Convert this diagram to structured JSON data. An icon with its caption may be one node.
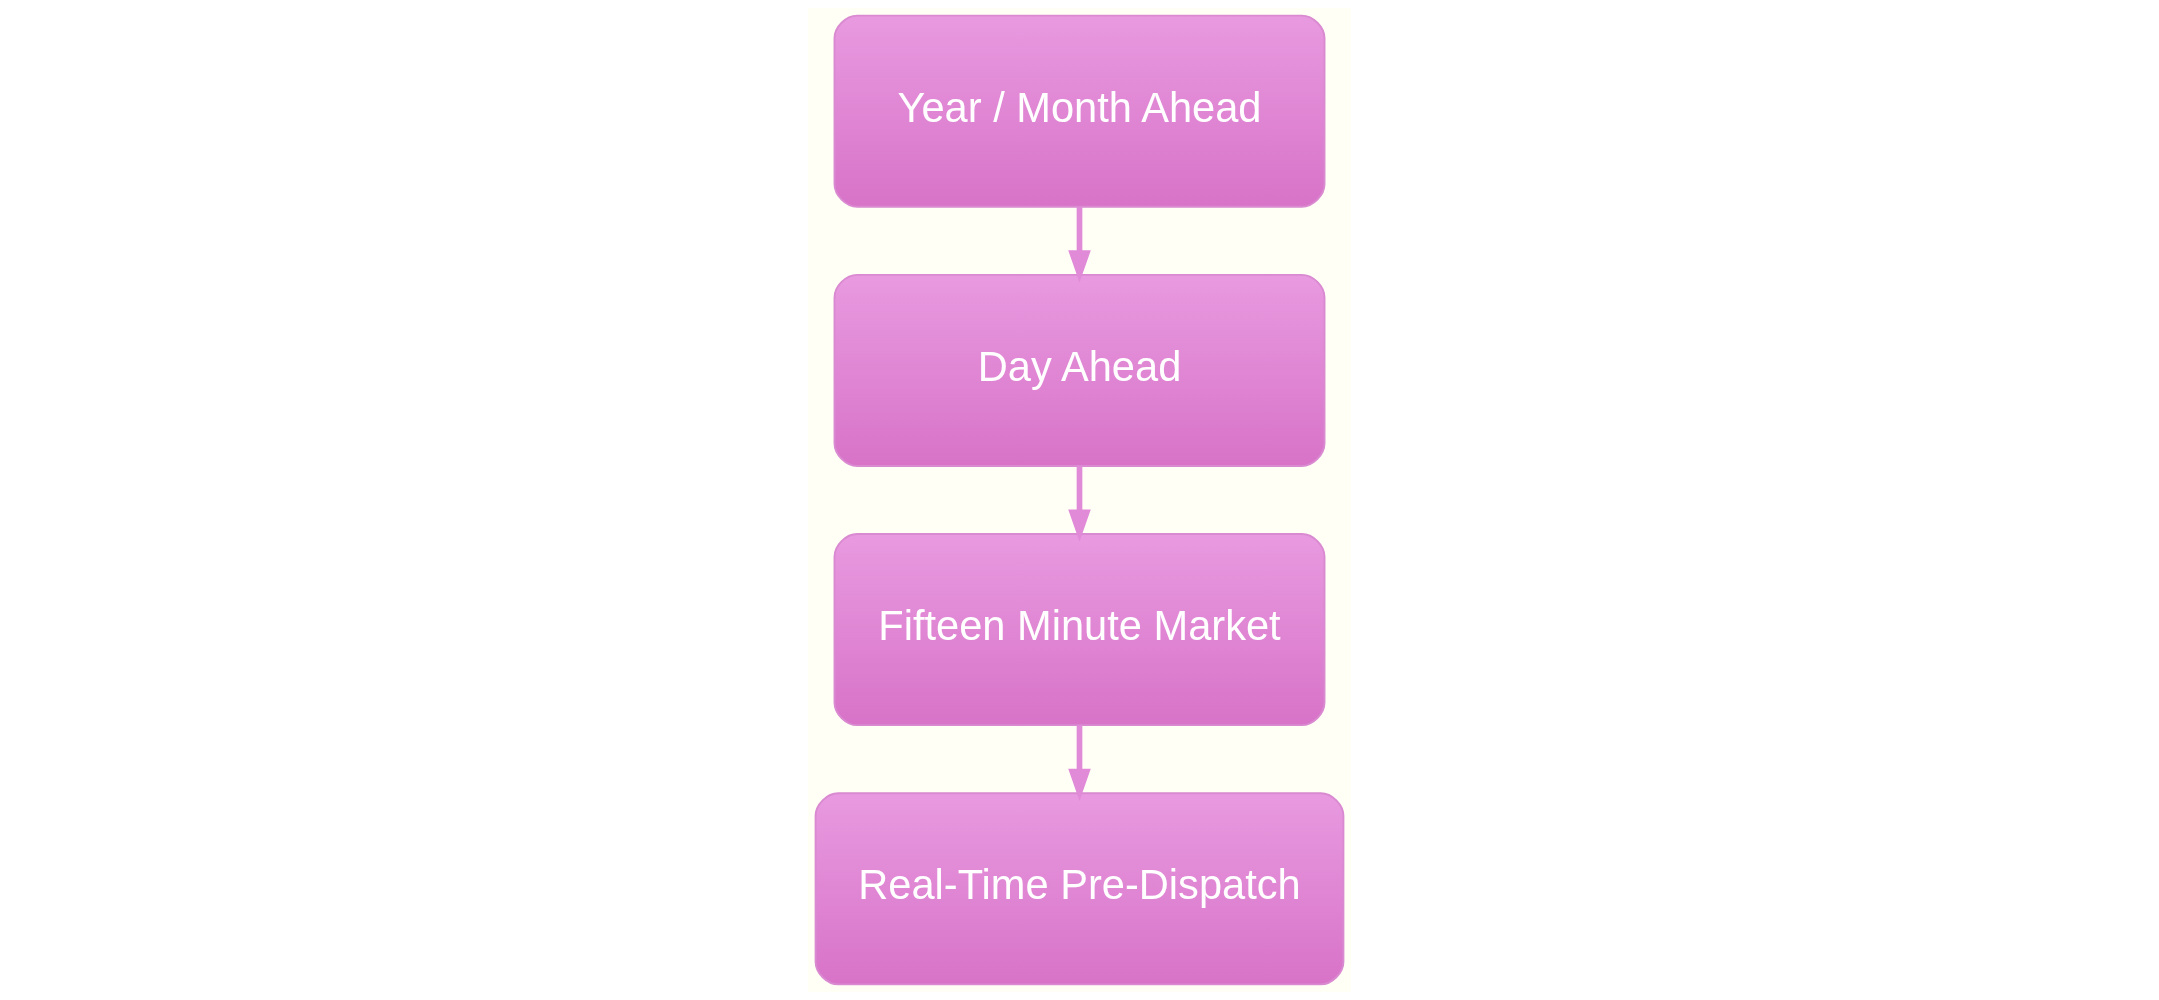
{
  "diagram": {
    "nodes": [
      {
        "text": [
          "Year / Month Ahead"
        ]
      },
      {
        "text": [
          "Day Ahead"
        ]
      },
      {
        "text": [
          "Fifteen Minute Market"
        ]
      },
      {
        "text": [
          "Real-Time Pre-Dispatch"
        ]
      }
    ],
    "edges": [
      {
        "from": 0,
        "to": 1,
        "arrow": "to"
      },
      {
        "from": 1,
        "to": 2,
        "arrow": "to"
      },
      {
        "from": 2,
        "to": 3,
        "arrow": "to"
      }
    ]
  }
}
